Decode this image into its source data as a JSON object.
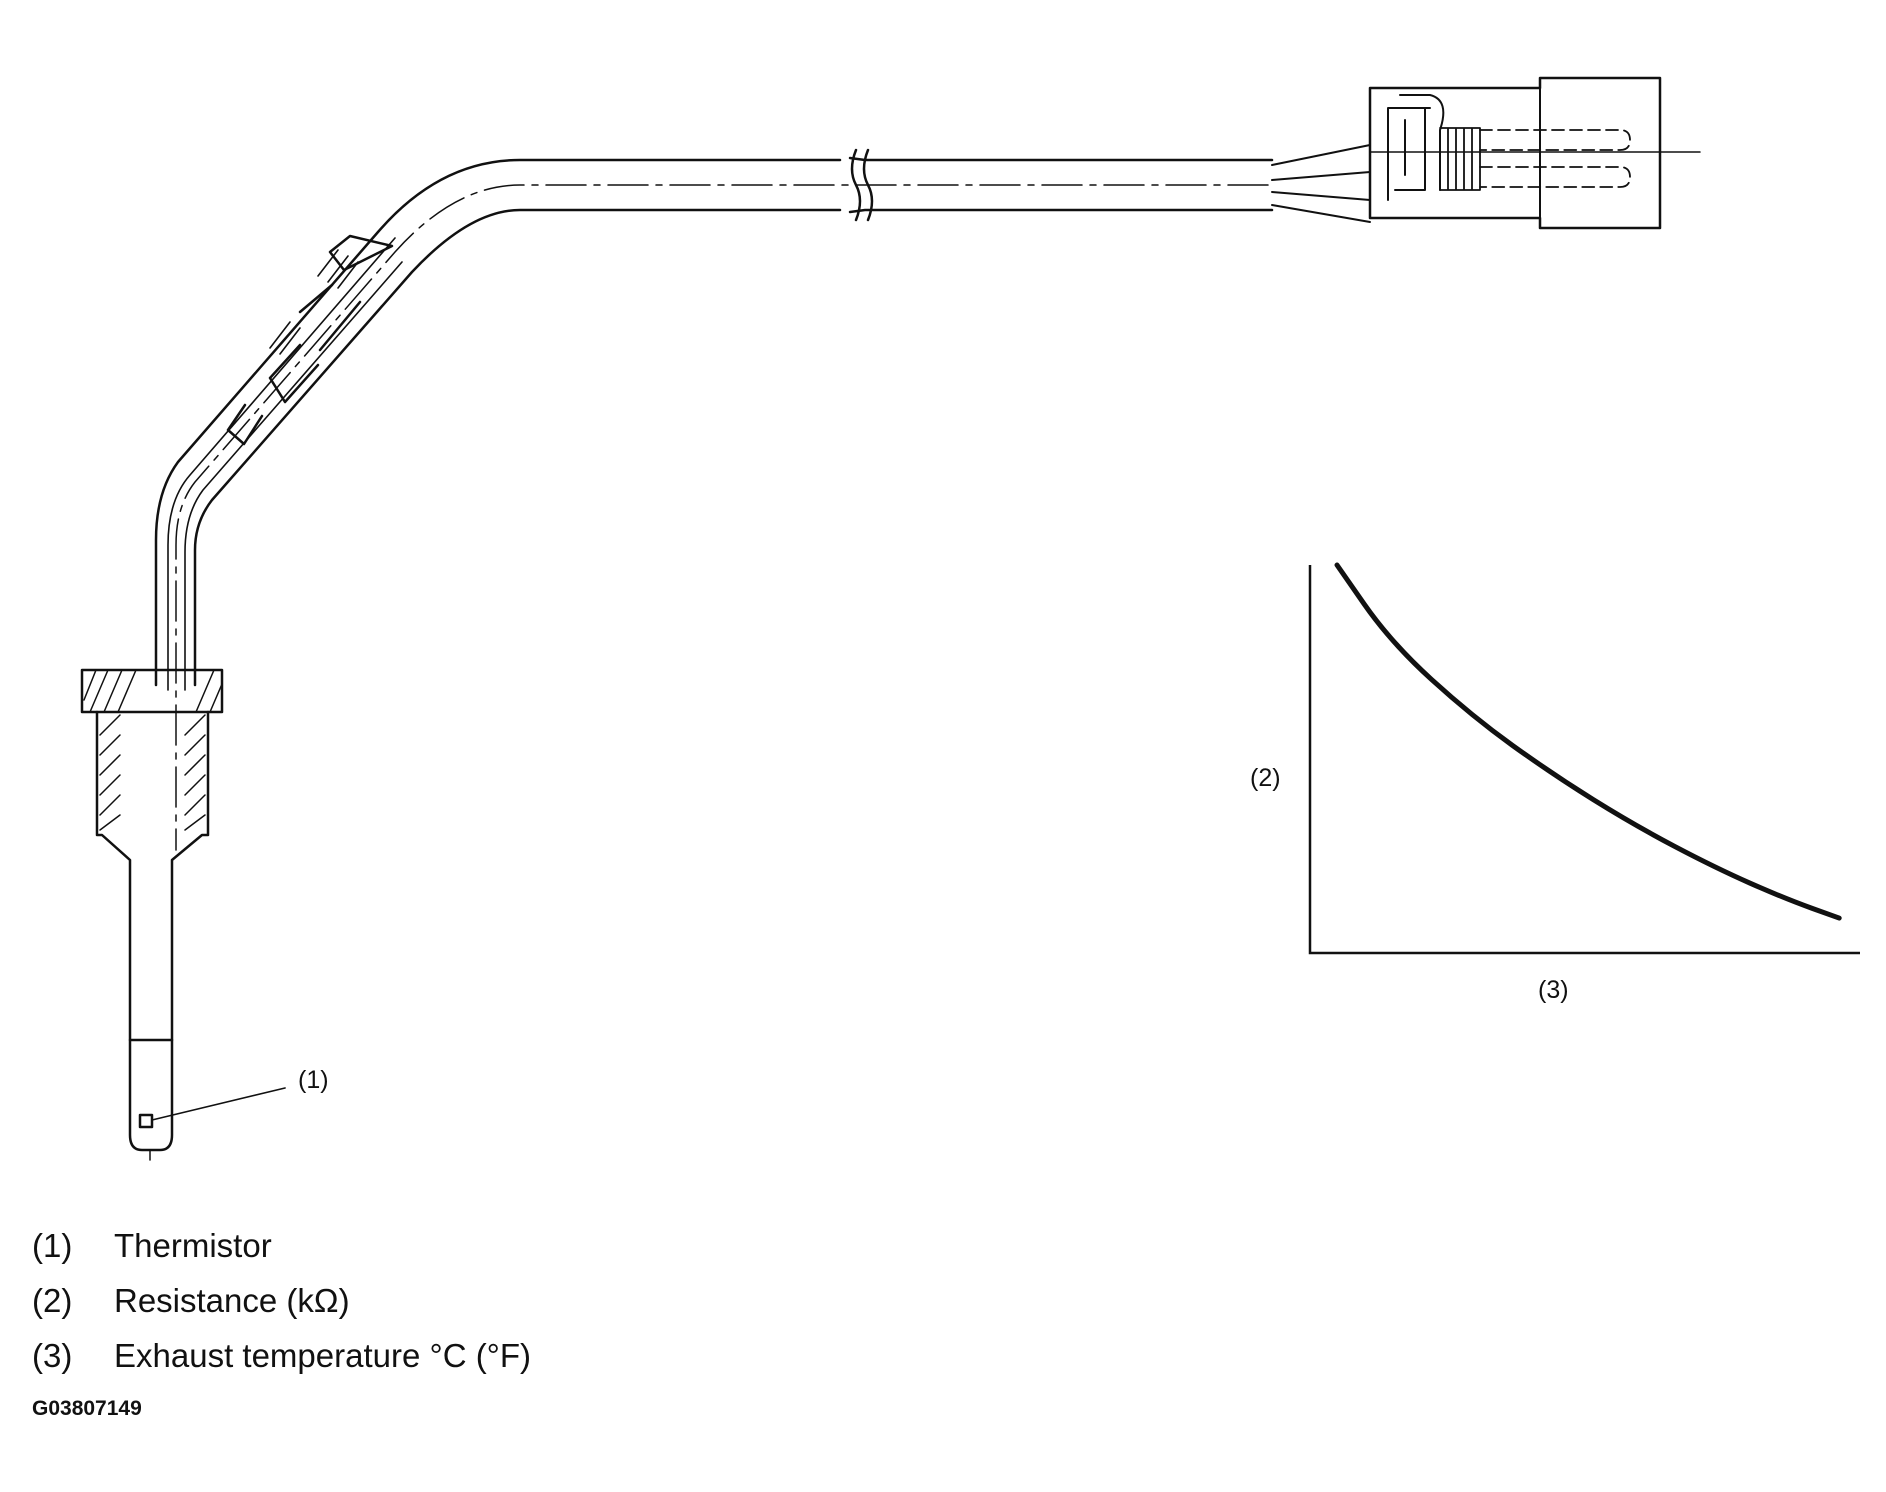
{
  "diagram": {
    "callouts": [
      "(1)",
      "(2)",
      "(3)"
    ]
  },
  "chart_data": {
    "type": "line",
    "ylabel": "(2)",
    "xlabel": "(3)",
    "grid": false,
    "series": [
      {
        "points": [
          [
            0.05,
            1.0
          ],
          [
            0.15,
            0.8
          ],
          [
            0.3,
            0.61
          ],
          [
            0.45,
            0.46
          ],
          [
            0.6,
            0.33
          ],
          [
            0.75,
            0.22
          ],
          [
            0.88,
            0.14
          ],
          [
            0.98,
            0.09
          ]
        ]
      }
    ]
  },
  "legend": [
    {
      "num": "(1)",
      "text": "Thermistor"
    },
    {
      "num": "(2)",
      "text": "Resistance (kΩ)"
    },
    {
      "num": "(3)",
      "text": "Exhaust temperature °C (°F)"
    }
  ],
  "figure_code": "G03807149"
}
